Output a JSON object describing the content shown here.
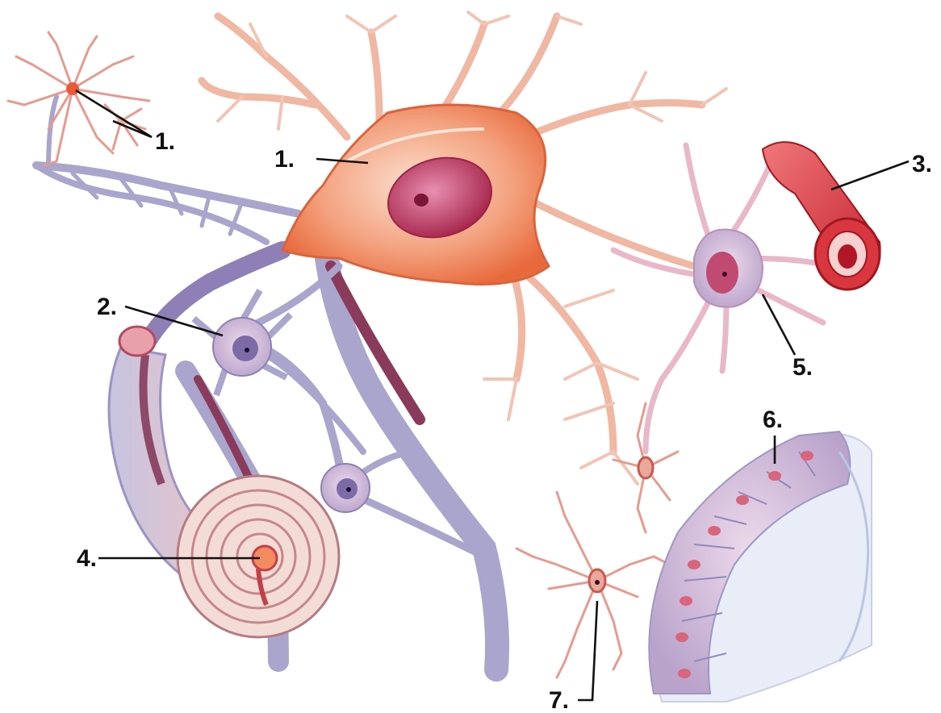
{
  "labels": {
    "one_small": "1.",
    "one_large": "1.",
    "two": "2.",
    "three": "3.",
    "four": "4.",
    "five": "5.",
    "six": "6.",
    "seven": "7."
  },
  "colors": {
    "neuron": "#ef8f6a",
    "neuron_light": "#f6c7b0",
    "nucleus": "#c0406a",
    "oligodendrocyte": "#b9b6d6",
    "myelin": "#d9a4ae",
    "vessel": "#d9363f",
    "astrocyte": "#e8b7c7",
    "ependymal": "#dcd8ec",
    "leader": "#111111"
  }
}
